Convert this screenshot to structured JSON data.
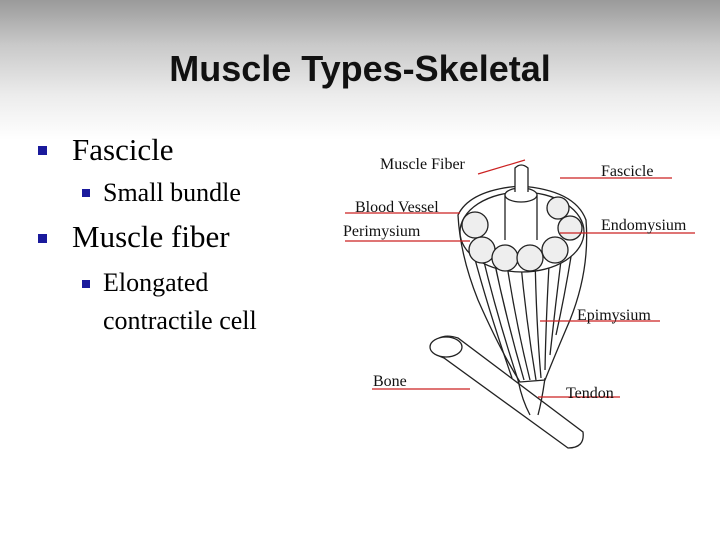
{
  "slide": {
    "title": "Muscle Types-Skeletal",
    "bullets": [
      {
        "text": "Fascicle",
        "sub": [
          "Small bundle"
        ]
      },
      {
        "text": "Muscle fiber",
        "sub": [
          "Elongated",
          "contractile cell"
        ]
      }
    ]
  },
  "diagram": {
    "labels": {
      "muscle_fiber": "Muscle Fiber",
      "fascicle": "Fascicle",
      "blood_vessel": "Blood Vessel",
      "perimysium": "Perimysium",
      "endomysium": "Endomysium",
      "epimysium": "Epimysium",
      "bone": "Bone",
      "tendon": "Tendon"
    },
    "leader_color": "#cc2222"
  }
}
